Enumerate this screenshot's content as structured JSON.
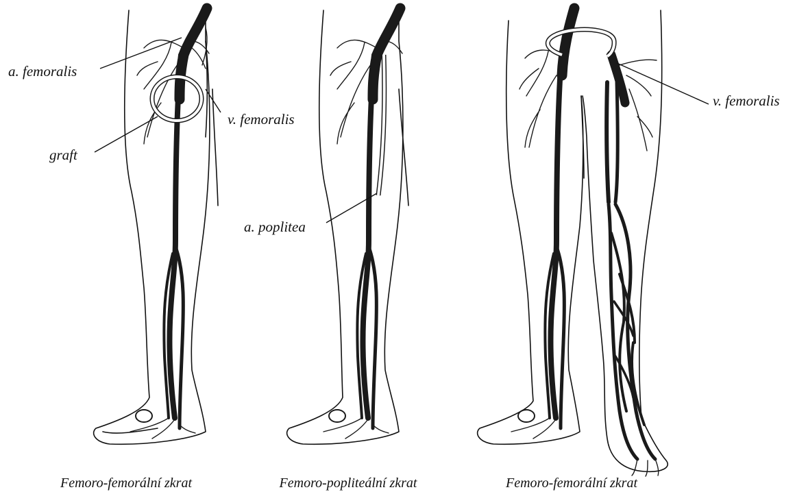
{
  "labels": {
    "a_femoralis": "a. femoralis",
    "v_femoralis_left": "v. femoralis",
    "graft": "graft",
    "a_poplitea": "a. poplitea",
    "v_femoralis_right": "v. femoralis"
  },
  "captions": [
    "Femoro-femorální zkrat",
    "Femoro-popliteální zkrat",
    "Femoro-femorální zkrat"
  ],
  "colors": {
    "ink": "#111111",
    "vessel": "#1a1a1a",
    "background": "#ffffff"
  }
}
